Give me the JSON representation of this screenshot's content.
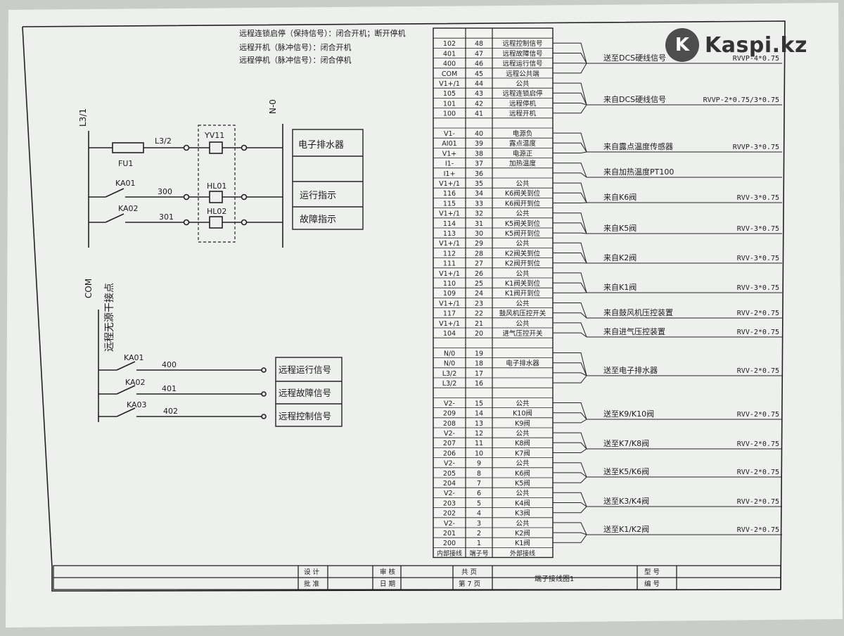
{
  "notes": [
    "远程连锁启停（保持信号）：闭合开机；断开停机",
    "远程开机（脉冲信号）：闭合开机",
    "远程停机（脉冲信号）：闭合停机"
  ],
  "power_circuit": {
    "line_label": "L3/1",
    "neutral_label": "N-0",
    "fuse_label": "FU1",
    "l32_label": "L3/2",
    "coil_label": "YV11",
    "lamp1_label": "HL01",
    "lamp2_label": "HL02",
    "contact1_label": "KA01",
    "contact2_label": "KA02",
    "wire1": "300",
    "wire2": "301",
    "box_drain": "电子排水器",
    "box_run": "运行指示",
    "box_fault": "故障指示"
  },
  "dry_contacts": {
    "com_label": "COM",
    "title": "远程无源干接点",
    "rows": [
      {
        "relay": "KA01",
        "wire": "400",
        "label": "远程运行信号"
      },
      {
        "relay": "KA02",
        "wire": "401",
        "label": "远程故障信号"
      },
      {
        "relay": "KA03",
        "wire": "402",
        "label": "远程控制信号"
      }
    ]
  },
  "terminal_table": {
    "footer": [
      "内部接线",
      "端子号",
      "外部接线"
    ],
    "rows": [
      {
        "int": "",
        "no": "",
        "ext": ""
      },
      {
        "int": "102",
        "no": "48",
        "ext": "远程控制信号"
      },
      {
        "int": "401",
        "no": "47",
        "ext": "远程故障信号"
      },
      {
        "int": "400",
        "no": "46",
        "ext": "远程运行信号"
      },
      {
        "int": "COM",
        "no": "45",
        "ext": "远程公共端"
      },
      {
        "int": "V1+/1",
        "no": "44",
        "ext": "公共"
      },
      {
        "int": "105",
        "no": "43",
        "ext": "远程连锁启停"
      },
      {
        "int": "101",
        "no": "42",
        "ext": "远程停机"
      },
      {
        "int": "100",
        "no": "41",
        "ext": "远程开机"
      },
      {
        "int": "",
        "no": "",
        "ext": ""
      },
      {
        "int": "V1-",
        "no": "40",
        "ext": "电源负"
      },
      {
        "int": "AI01",
        "no": "39",
        "ext": "露点温度"
      },
      {
        "int": "V1+",
        "no": "38",
        "ext": "电源正"
      },
      {
        "int": "I1-",
        "no": "37",
        "ext": "加热温度"
      },
      {
        "int": "I1+",
        "no": "36",
        "ext": ""
      },
      {
        "int": "V1+/1",
        "no": "35",
        "ext": "公共"
      },
      {
        "int": "116",
        "no": "34",
        "ext": "K6阀关到位"
      },
      {
        "int": "115",
        "no": "33",
        "ext": "K6阀开到位"
      },
      {
        "int": "V1+/1",
        "no": "32",
        "ext": "公共"
      },
      {
        "int": "114",
        "no": "31",
        "ext": "K5阀关到位"
      },
      {
        "int": "113",
        "no": "30",
        "ext": "K5阀开到位"
      },
      {
        "int": "V1+/1",
        "no": "29",
        "ext": "公共"
      },
      {
        "int": "112",
        "no": "28",
        "ext": "K2阀关到位"
      },
      {
        "int": "111",
        "no": "27",
        "ext": "K2阀开到位"
      },
      {
        "int": "V1+/1",
        "no": "26",
        "ext": "公共"
      },
      {
        "int": "110",
        "no": "25",
        "ext": "K1阀关到位"
      },
      {
        "int": "109",
        "no": "24",
        "ext": "K1阀开到位"
      },
      {
        "int": "V1+/1",
        "no": "23",
        "ext": "公共"
      },
      {
        "int": "117",
        "no": "22",
        "ext": "鼓风机压控开关"
      },
      {
        "int": "V1+/1",
        "no": "21",
        "ext": "公共"
      },
      {
        "int": "104",
        "no": "20",
        "ext": "进气压控开关"
      },
      {
        "int": "",
        "no": "",
        "ext": ""
      },
      {
        "int": "N/0",
        "no": "19",
        "ext": ""
      },
      {
        "int": "N/0",
        "no": "18",
        "ext": "电子排水器"
      },
      {
        "int": "L3/2",
        "no": "17",
        "ext": ""
      },
      {
        "int": "L3/2",
        "no": "16",
        "ext": ""
      },
      {
        "int": "",
        "no": "",
        "ext": ""
      },
      {
        "int": "V2-",
        "no": "15",
        "ext": "公共"
      },
      {
        "int": "209",
        "no": "14",
        "ext": "K10阀"
      },
      {
        "int": "208",
        "no": "13",
        "ext": "K9阀"
      },
      {
        "int": "V2-",
        "no": "12",
        "ext": "公共"
      },
      {
        "int": "207",
        "no": "11",
        "ext": "K8阀"
      },
      {
        "int": "206",
        "no": "10",
        "ext": "K7阀"
      },
      {
        "int": "V2-",
        "no": "9",
        "ext": "公共"
      },
      {
        "int": "205",
        "no": "8",
        "ext": "K6阀"
      },
      {
        "int": "204",
        "no": "7",
        "ext": "K5阀"
      },
      {
        "int": "V2-",
        "no": "6",
        "ext": "公共"
      },
      {
        "int": "203",
        "no": "5",
        "ext": "K4阀"
      },
      {
        "int": "202",
        "no": "4",
        "ext": "K3阀"
      },
      {
        "int": "V2-",
        "no": "3",
        "ext": "公共"
      },
      {
        "int": "201",
        "no": "2",
        "ext": "K2阀"
      },
      {
        "int": "200",
        "no": "1",
        "ext": "K1阀"
      }
    ]
  },
  "cables": [
    {
      "dest": "送至DCS硬线信号",
      "spec": "RVVP-4*0.75"
    },
    {
      "dest": "来自DCS硬线信号",
      "spec": "RVVP-2*0.75/3*0.75"
    },
    {
      "dest": "来自露点温度传感器",
      "spec": "RVVP-3*0.75"
    },
    {
      "dest": "来自加热温度PT100",
      "spec": ""
    },
    {
      "dest": "来自K6阀",
      "spec": "RVV-3*0.75"
    },
    {
      "dest": "来自K5阀",
      "spec": "RVV-3*0.75"
    },
    {
      "dest": "来自K2阀",
      "spec": "RVV-3*0.75"
    },
    {
      "dest": "来自K1阀",
      "spec": "RVV-3*0.75"
    },
    {
      "dest": "来自鼓风机压控装置",
      "spec": "RVV-2*0.75"
    },
    {
      "dest": "来自进气压控装置",
      "spec": "RVV-2*0.75"
    },
    {
      "dest": "送至电子排水器",
      "spec": "RVV-2*0.75"
    },
    {
      "dest": "送至K9/K10阀",
      "spec": "RVV-2*0.75"
    },
    {
      "dest": "送至K7/K8阀",
      "spec": "RVV-2*0.75"
    },
    {
      "dest": "送至K5/K6阀",
      "spec": "RVV-2*0.75"
    },
    {
      "dest": "送至K3/K4阀",
      "spec": "RVV-2*0.75"
    },
    {
      "dest": "送至K1/K2阀",
      "spec": "RVV-2*0.75"
    }
  ],
  "title_block": {
    "design": "设 计",
    "review": "审 核",
    "approve": "批 准",
    "date": "日 期",
    "total_pages": "共 页",
    "page": "第 7 页",
    "drawing_title": "端子接线图1",
    "model": "型 号",
    "code": "编 号"
  },
  "watermark": {
    "logo": "Kaspi.kz"
  }
}
